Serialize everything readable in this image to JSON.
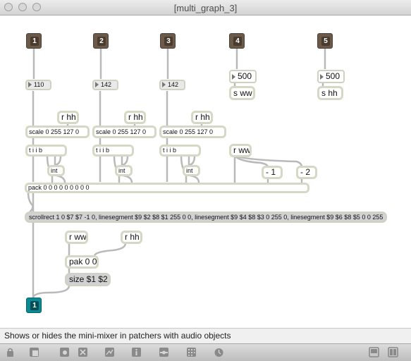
{
  "window": {
    "title": "[multi_graph_3]"
  },
  "inlets": [
    "1",
    "2",
    "3",
    "4",
    "5"
  ],
  "outlets": [
    "1"
  ],
  "number_boxes": {
    "n1": "110",
    "n2": "142",
    "n3": "142",
    "n4": "500",
    "n5": "500"
  },
  "objects": {
    "rhh1": "r hh",
    "rhh2": "r hh",
    "rhh3": "r hh",
    "scale1": "scale 0 255 127 0",
    "scale2": "scale 0 255 127 0",
    "scale3": "scale 0 255 127 0",
    "tiib1": "t i i b",
    "tiib2": "t i i b",
    "tiib3": "t i i b",
    "int1": "int",
    "int2": "int",
    "int3": "int",
    "sww": "s ww",
    "shh": "s hh",
    "rww1": "r ww",
    "minus1": "- 1",
    "minus2": "- 2",
    "pack": "pack 0 0 0 0 0 0 0 0 0",
    "rww2": "r ww",
    "rhh4": "r hh",
    "pak": "pak 0 0"
  },
  "messages": {
    "scrollrect": "scrollrect 1 0 $7 $7 -1 0, linesegment $9 $2 $8 $1 255 0 0, linesegment $9 $4 $8 $3 0 255 0, linesegment $9 $6 $8 $5 0 0 255",
    "size": "size $1 $2"
  },
  "status": {
    "text": "Shows or hides the mini-mixer in patchers with audio objects"
  },
  "toolbar": {
    "icons": [
      "lock-icon",
      "new-object-icon",
      "palette-icon",
      "clear-icon",
      "inspector-icon",
      "info-icon",
      "mixer-icon",
      "grid-icon",
      "debug-icon",
      "split-left-icon",
      "split-right-icon"
    ]
  }
}
